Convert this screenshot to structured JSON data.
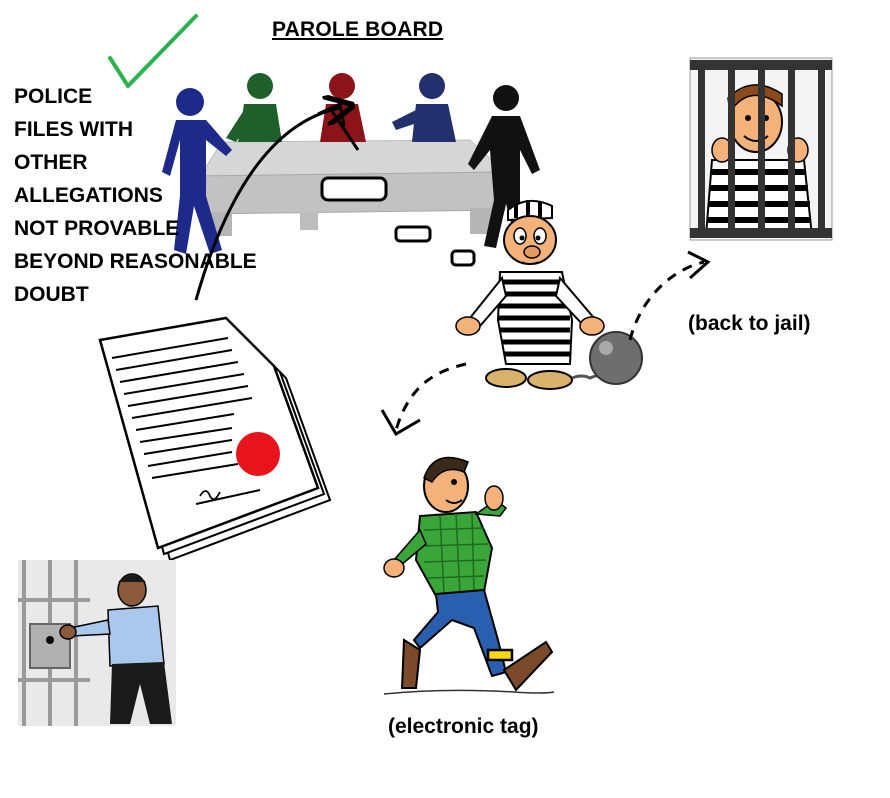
{
  "title": "PAROLE BOARD",
  "police_notes": [
    "POLICE",
    "FILES WITH",
    "OTHER",
    "ALLEGATIONS",
    "NOT PROVABLE",
    "BEYOND REASONABLE",
    "DOUBT"
  ],
  "outcomes": {
    "back_to_jail": "(back to jail)",
    "electronic_tag": "(electronic tag)"
  },
  "icons": [
    "check-mark-icon",
    "parole-board-table-icon",
    "documents-stamp-icon",
    "prisoner-ball-chain-icon",
    "jailed-prisoner-icon",
    "walking-man-tag-icon",
    "prison-guard-icon"
  ],
  "colors": {
    "check_mark": "#2bb24c",
    "board_blue": "#1d2a8a",
    "board_green": "#1f5f2b",
    "board_red": "#8b1418",
    "board_navy": "#23306e",
    "board_black": "#111111",
    "seal_red": "#e8141c",
    "shirt_green": "#3aa63a",
    "jeans_blue": "#2a5fb0",
    "tag_yellow": "#f5d90a"
  }
}
